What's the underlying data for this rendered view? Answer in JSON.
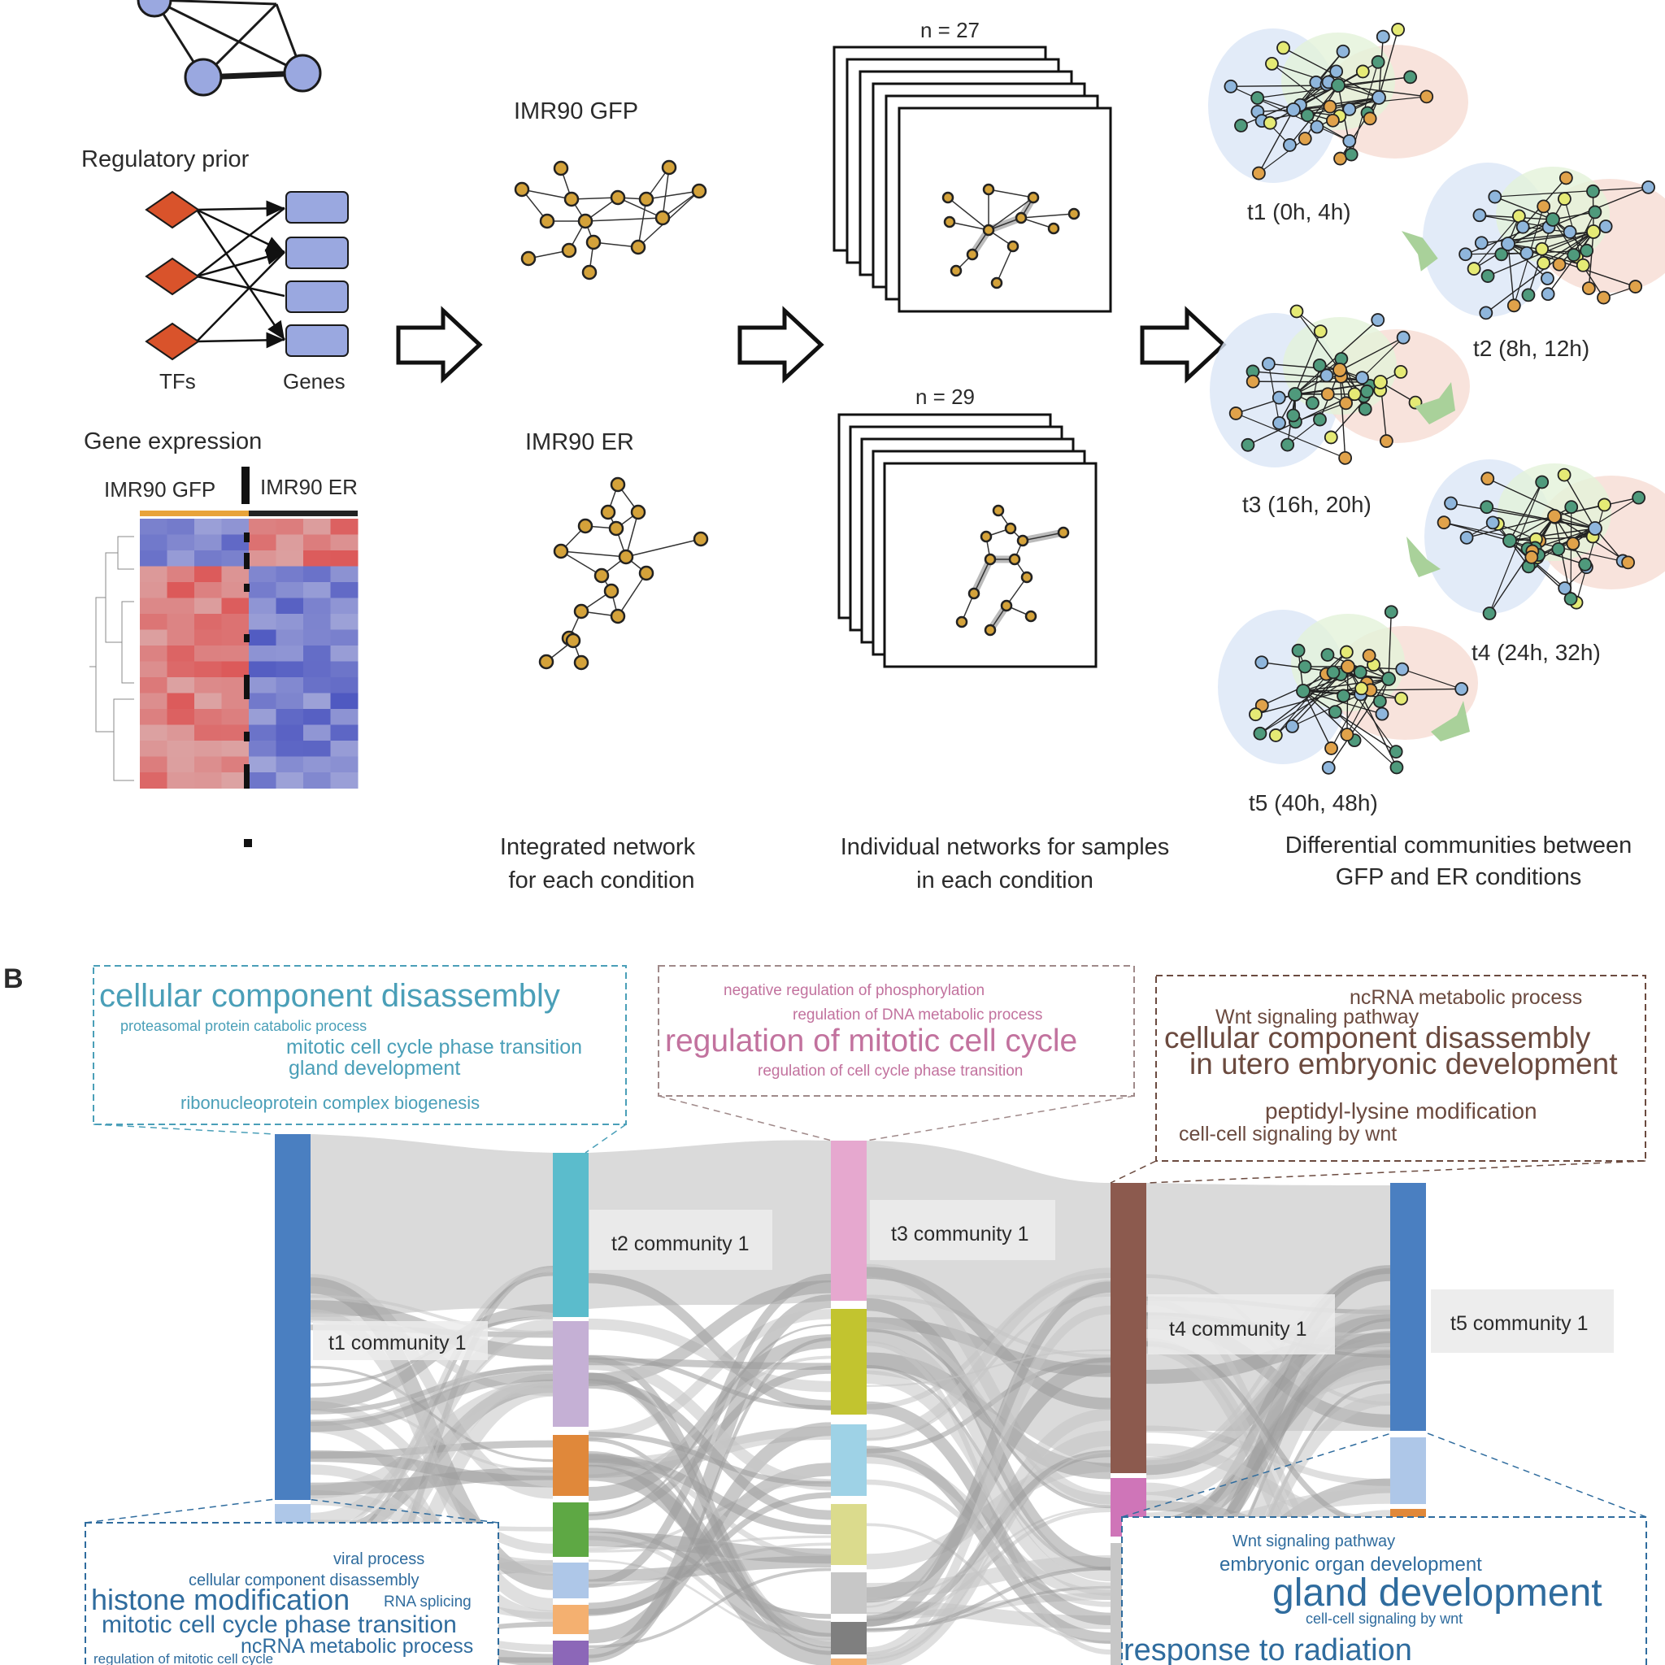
{
  "panel_a": {
    "regulatory_prior": "Regulatory prior",
    "tfs": "TFs",
    "genes": "Genes",
    "gene_expression": "Gene expression",
    "gfp_label": "IMR90 GFP",
    "er_label": "IMR90 ER",
    "integrated_gfp": "IMR90 GFP",
    "integrated_er": "IMR90 ER",
    "n_gfp": "n = 27",
    "n_er": "n = 29",
    "t1": "t1 (0h, 4h)",
    "t2": "t2 (8h, 12h)",
    "t3": "t3 (16h, 20h)",
    "t4": "t4 (24h, 32h)",
    "t5": "t5 (40h, 48h)",
    "caption1_l1": "Integrated network",
    "caption1_l2": "for each condition",
    "caption2_l1": "Individual networks for samples",
    "caption2_l2": "in each condition",
    "caption3_l1": "Differential communities between",
    "caption3_l2": "GFP and ER conditions"
  },
  "panel_b": {
    "label": "B",
    "nodes": {
      "t1": "t1 community 1",
      "t2": "t2 community 1",
      "t3": "t3 community 1",
      "t4": "t4 community 1",
      "t5": "t5 community 1"
    },
    "cloud_t1": [
      "cellular component disassembly",
      "proteasomal protein catabolic process",
      "mitotic cell cycle phase transition",
      "gland development",
      "ribonucleoprotein complex biogenesis"
    ],
    "cloud_t3": [
      "negative regulation of phosphorylation",
      "regulation of DNA metabolic process",
      "regulation of mitotic cell cycle",
      "regulation of cell cycle phase transition"
    ],
    "cloud_t4": [
      "ncRNA metabolic process",
      "Wnt signaling pathway",
      "cellular component disassembly",
      "in utero embryonic development",
      "peptidyl-lysine modification",
      "cell-cell signaling by wnt"
    ],
    "cloud_bl": [
      "viral process",
      "cellular component disassembly",
      "histone modification",
      "RNA splicing",
      "mitotic cell cycle phase transition",
      "ncRNA metabolic process",
      "regulation of mitotic cell cycle"
    ],
    "cloud_br": [
      "Wnt signaling pathway",
      "embryonic organ development",
      "gland development",
      "cell-cell signaling by wnt",
      "response to radiation"
    ]
  },
  "colors": {
    "tf": "#d9532b",
    "gene": "#9aa8e0",
    "node_gold": "#d4a23a",
    "arrow_green": "#a9d19a",
    "t1_word": "#4a9fb8",
    "t3_word": "#c2729e",
    "t4_word": "#6b4a3f",
    "bl_word": "#2f6c9e",
    "br_word": "#2f6c9e"
  }
}
